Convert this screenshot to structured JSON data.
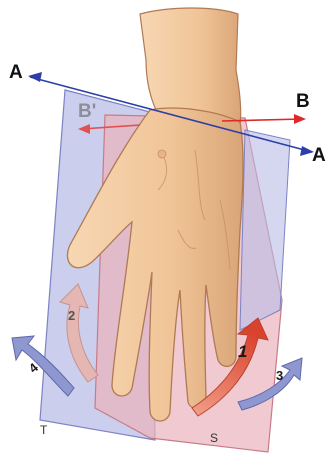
{
  "labels": {
    "axis_a_left": "A",
    "axis_a_right": "A",
    "axis_b": "B",
    "axis_b_prime": "B'",
    "plane_t": "T",
    "plane_s": "S",
    "arrow_1": "1",
    "arrow_2": "2",
    "arrow_3": "3",
    "arrow_4": "4"
  },
  "colors": {
    "axis_a": "#2c3fa8",
    "axis_b": "#e0282a",
    "axis_b_prime": "#e35050",
    "plane_t_fill": "#b9bde6",
    "plane_t_edge": "#7c82c4",
    "plane_s_fill": "#ebb3bd",
    "plane_s_edge": "#c97a88",
    "skin": "#f2c9a0",
    "skin_shade": "#d9a577",
    "skin_outline": "#b07a54",
    "arrow_1": "#e8735e",
    "arrow_2": "#e4b7b3",
    "arrow_3": "#8e97cf",
    "arrow_4": "#8e97cf"
  }
}
